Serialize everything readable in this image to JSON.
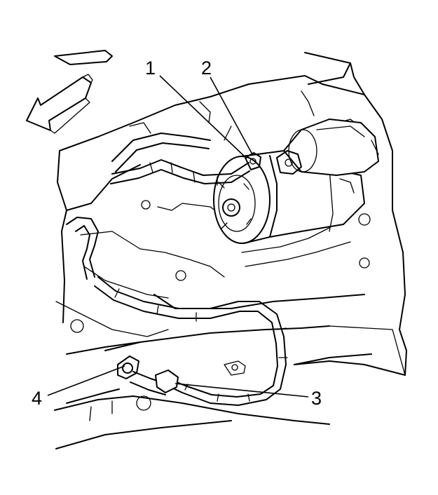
{
  "figure": {
    "colors": {
      "line": "#000000",
      "background": "#ffffff"
    },
    "callouts": [
      {
        "id": "1",
        "label": "1"
      },
      {
        "id": "2",
        "label": "2"
      },
      {
        "id": "3",
        "label": "3"
      },
      {
        "id": "4",
        "label": "4"
      }
    ],
    "icons": [
      "direction-arrow-icon"
    ]
  }
}
